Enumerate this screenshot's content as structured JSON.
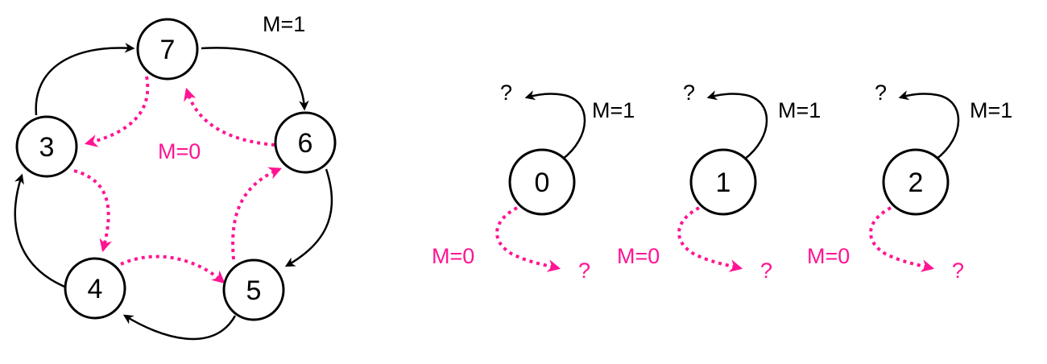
{
  "colors": {
    "m1_edge": "#000000",
    "m0_edge": "#ff1493",
    "node_stroke": "#000000"
  },
  "cycle": {
    "nodes": [
      "7",
      "6",
      "5",
      "4",
      "3"
    ],
    "m1_label": "M=1",
    "m0_label": "M=0"
  },
  "isolated": [
    {
      "node": "0",
      "m1_label": "M=1",
      "m0_label": "M=0",
      "m1_target": "?",
      "m0_target": "?"
    },
    {
      "node": "1",
      "m1_label": "M=1",
      "m0_label": "M=0",
      "m1_target": "?",
      "m0_target": "?"
    },
    {
      "node": "2",
      "m1_label": "M=1",
      "m0_label": "M=0",
      "m1_target": "?",
      "m0_target": "?"
    }
  ]
}
